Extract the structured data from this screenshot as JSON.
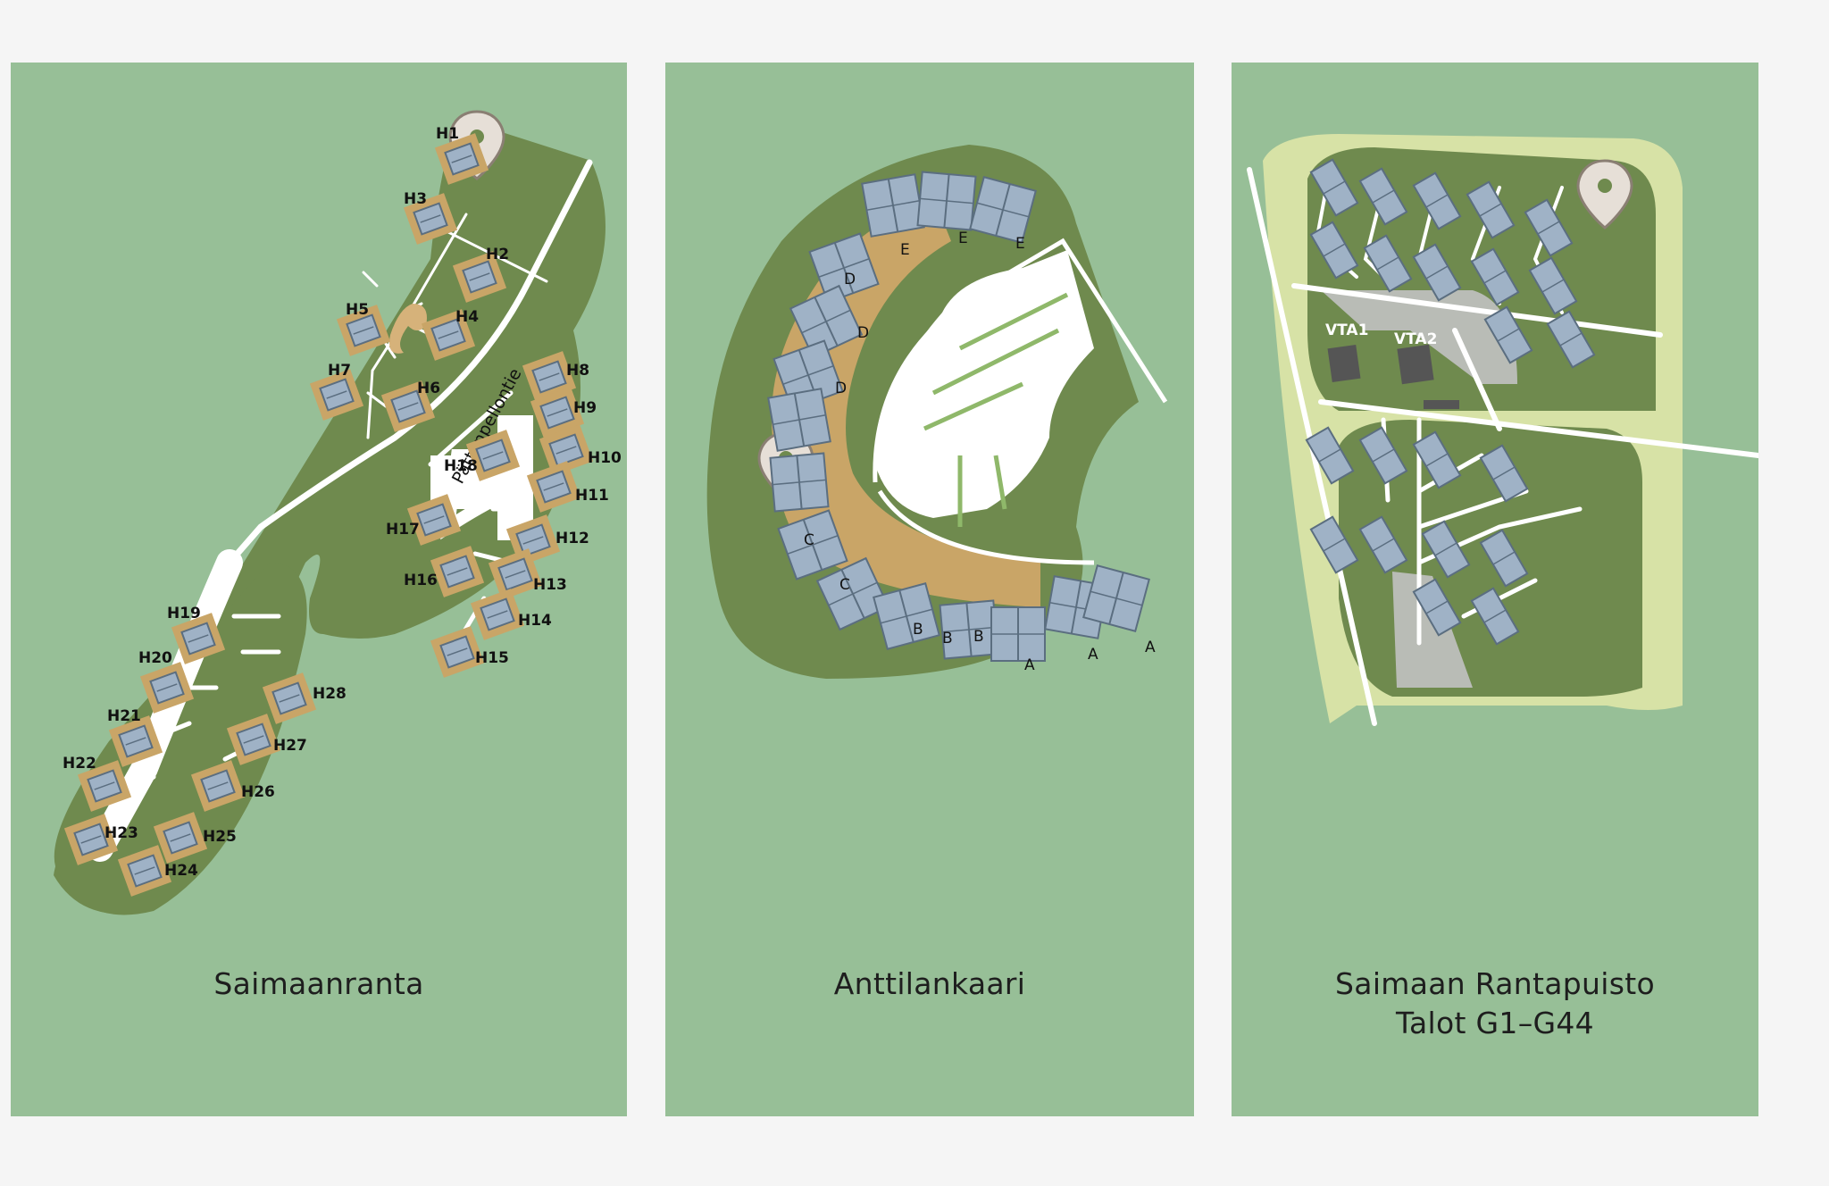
{
  "colors": {
    "background": "#f5f5f5",
    "panel": "#97bf97",
    "terrain": "#6f8a4e",
    "lot": "#c9a567",
    "road": "#ffffff",
    "roof": "#9fb2c6",
    "meadow": "#d7e2a6",
    "parking": "#b9bcb6",
    "pin": "#e6dfd7"
  },
  "icons": {
    "location_pin": "map-pin-icon"
  },
  "maps": [
    {
      "caption_line1": "Saimaanranta",
      "caption_line2": "",
      "street_name": "Pättynpellontie",
      "house_labels": [
        "H1",
        "H2",
        "H3",
        "H4",
        "H5",
        "H6",
        "H7",
        "H8",
        "H9",
        "H10",
        "H11",
        "H12",
        "H13",
        "H14",
        "H15",
        "H16",
        "H17",
        "H18",
        "H19",
        "H20",
        "H21",
        "H22",
        "H23",
        "H24",
        "H25",
        "H26",
        "H27",
        "H28"
      ]
    },
    {
      "caption_line1": "Anttilankaari",
      "caption_line2": "",
      "block_letters": [
        "A",
        "A",
        "A",
        "B",
        "B",
        "B",
        "C",
        "C",
        "D",
        "D",
        "D",
        "E",
        "E",
        "E"
      ]
    },
    {
      "caption_line1": "Saimaan Rantapuisto",
      "caption_line2": "Talot G1–G44",
      "vta_labels": [
        "VTA1",
        "VTA2"
      ]
    }
  ]
}
